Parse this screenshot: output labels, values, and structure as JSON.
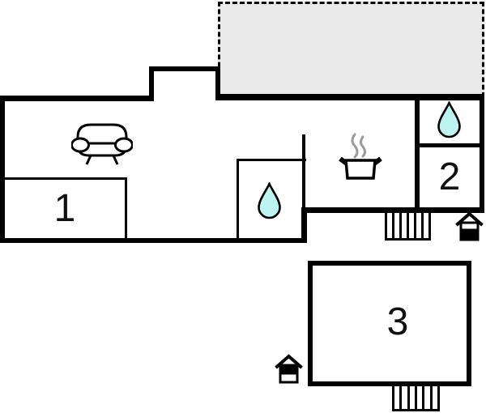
{
  "floorplan": {
    "rooms": [
      {
        "label": "1"
      },
      {
        "label": "2"
      },
      {
        "label": "3"
      }
    ],
    "colors": {
      "wall": "#000000",
      "terrace_fill": "#e9e9e9",
      "terrace_border": "#000000",
      "water_drop": "#bdf3f0",
      "steam": "#9a9a9a",
      "label_text": "#111111"
    },
    "icons": [
      {
        "name": "sofa-icon",
        "shape": "svg-outline-sofa",
        "count": 1
      },
      {
        "name": "water-drop-icon",
        "shape": "svg-teardrop-cyan",
        "count": 2
      },
      {
        "name": "cooking-pot-icon",
        "shape": "svg-pot-with-steam",
        "count": 1
      },
      {
        "name": "stairs-icon",
        "shape": "css-treads",
        "count": 2
      },
      {
        "name": "house-entrance-icon",
        "shape": "svg-house-half-filled",
        "count": 2
      }
    ]
  }
}
